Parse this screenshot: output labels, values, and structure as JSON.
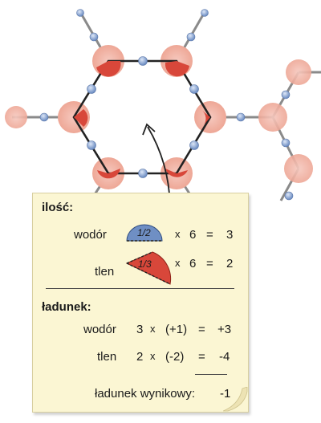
{
  "amount_section": {
    "heading": "ilość:",
    "hydrogen": {
      "label": "wodór",
      "fraction": "1/2",
      "times": "x",
      "multiplier": "6",
      "equals": "=",
      "result": "3"
    },
    "oxygen": {
      "label": "tlen",
      "fraction": "1/3",
      "times": "x",
      "multiplier": "6",
      "equals": "=",
      "result": "2"
    }
  },
  "charge_section": {
    "heading": "ładunek:",
    "hydrogen": {
      "label": "wodór",
      "count": "3",
      "times": "x",
      "charge": "(+1)",
      "equals": "=",
      "result": "+3"
    },
    "oxygen": {
      "label": "tlen",
      "count": "2",
      "times": "x",
      "charge": "(-2)",
      "equals": "=",
      "result": "-4"
    },
    "net": {
      "label": "ładunek wynikowy:",
      "value": "-1"
    }
  },
  "colors": {
    "oxygen": "#d8473a",
    "oxygen_halo": "#f2b9ad",
    "hydrogen": "#7f9fcf",
    "bond": "#777777",
    "note_background": "#fbf6d3"
  }
}
